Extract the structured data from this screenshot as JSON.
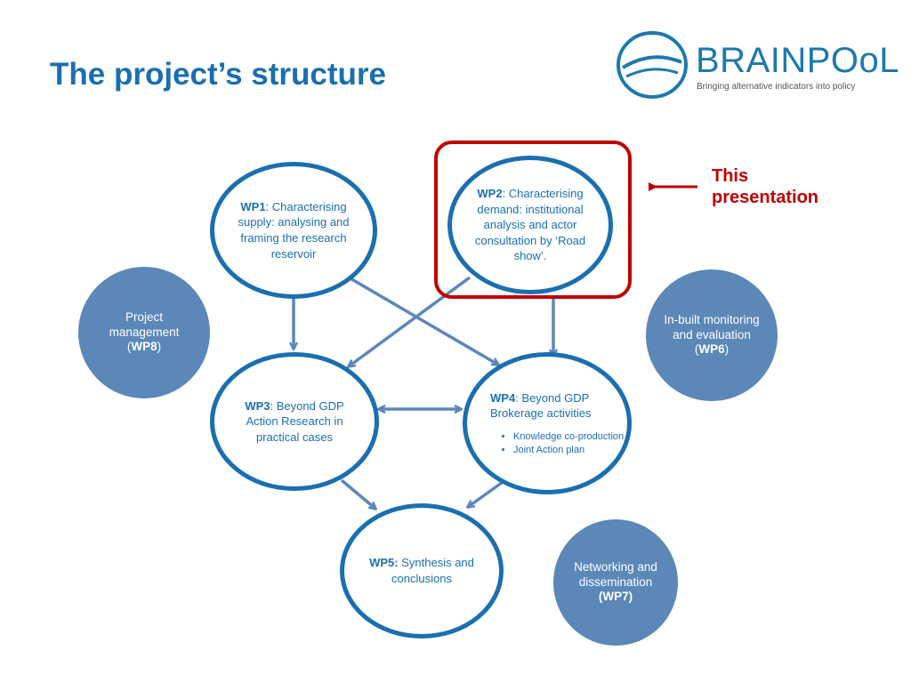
{
  "title": "The project’s structure",
  "logo": {
    "name": "BRAINPOoL",
    "tagline": "Bringing alternative indicators into policy"
  },
  "nodes": {
    "wp1": {
      "label": "WP1",
      "text": ": Characterising supply: analysing and framing the research reservoir"
    },
    "wp2": {
      "label": "WP2",
      "text": ": Characterising demand: institutional analysis and actor consultation by ‘Road show’."
    },
    "wp3": {
      "label": "WP3",
      "text": ": Beyond GDP Action Research in practical cases"
    },
    "wp4": {
      "label": "WP4",
      "text": ": Beyond GDP Brokerage activities",
      "bullets": [
        "Knowledge co-production",
        "Joint Action plan"
      ]
    },
    "wp5": {
      "label": "WP5:",
      "text": " Synthesis and conclusions"
    },
    "wp8": {
      "text": "Project management",
      "label": "WP8"
    },
    "wp6": {
      "text": "In-built monitoring and evaluation",
      "label": "WP6"
    },
    "wp7": {
      "text": "Networking and dissemination",
      "label": "(WP7)"
    }
  },
  "callout": {
    "line1": "This",
    "line2": "presentation"
  },
  "colors": {
    "primary": "#1a6fb0",
    "arrow": "#5b87b9",
    "side_node": "#5b87b9",
    "highlight": "#c00000"
  }
}
